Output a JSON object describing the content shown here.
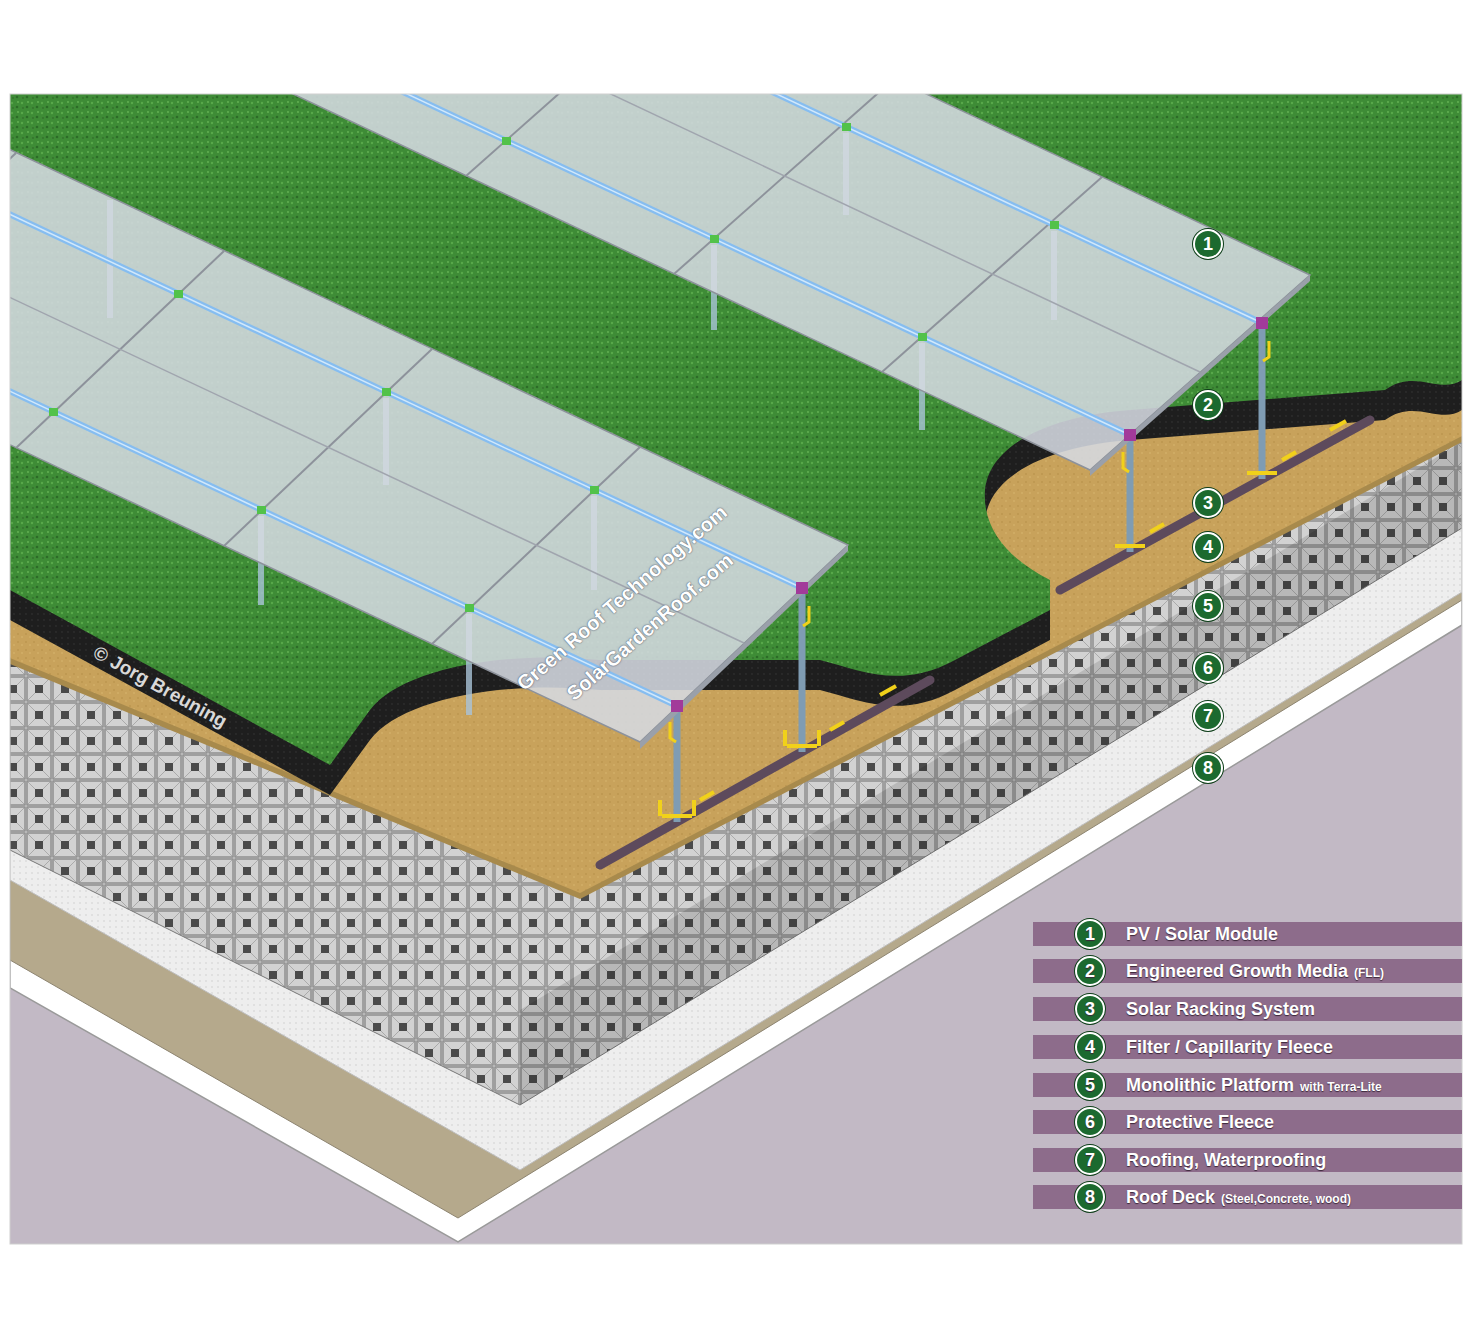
{
  "diagram": {
    "nodes": [
      {
        "text": [
          "1"
        ]
      },
      {
        "text": [
          "2"
        ]
      },
      {
        "text": [
          "3"
        ]
      },
      {
        "text": [
          "4"
        ]
      },
      {
        "text": [
          "5"
        ]
      },
      {
        "text": [
          "6"
        ]
      },
      {
        "text": [
          "7"
        ]
      },
      {
        "text": [
          "8"
        ]
      },
      {
        "text": [
          "PV / Solar Module"
        ]
      },
      {
        "text": [
          "1"
        ],
        "in": 8
      },
      {
        "text": [
          "Engineered Growth Media",
          "(FLL)"
        ]
      },
      {
        "text": [
          "2"
        ],
        "in": 10
      },
      {
        "text": [
          "Solar Racking System"
        ]
      },
      {
        "text": [
          "3"
        ],
        "in": 12
      },
      {
        "text": [
          "Filter / Capillarity Fleece"
        ]
      },
      {
        "text": [
          "4"
        ],
        "in": 14
      },
      {
        "text": [
          "Monolithic Platform",
          "with Terra-Lite"
        ]
      },
      {
        "text": [
          "5"
        ],
        "in": 16
      },
      {
        "text": [
          "Protective Fleece"
        ]
      },
      {
        "text": [
          "6"
        ],
        "in": 18
      },
      {
        "text": [
          "Roofing, Waterproofing"
        ]
      },
      {
        "text": [
          "7"
        ],
        "in": 20
      },
      {
        "text": [
          "Roof Deck",
          "(Steel,Concrete, wood)"
        ]
      },
      {
        "text": [
          "8"
        ],
        "in": 22
      }
    ],
    "labels": [
      "© Jorg Breuning",
      "Green Roof Technology.com",
      "SolarGardenRoof.com"
    ]
  }
}
